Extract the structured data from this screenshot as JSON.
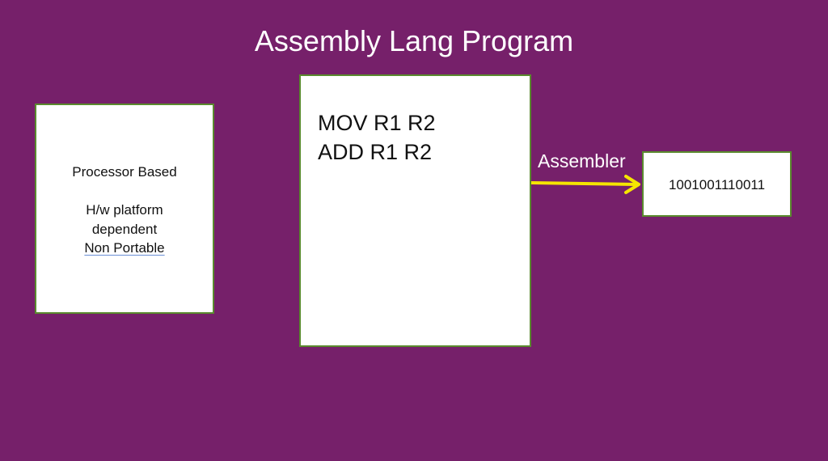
{
  "title": "Assembly Lang Program",
  "left_box": {
    "line1": "Processor Based",
    "line2": "H/w platform",
    "line3": "dependent",
    "line4": "Non Portable"
  },
  "center_box": {
    "code": [
      "MOV R1 R2",
      "ADD R1 R2"
    ]
  },
  "arrow": {
    "label": "Assembler",
    "color": "#f5e600"
  },
  "right_box": {
    "output": "1001001110011"
  },
  "colors": {
    "background": "#76206a",
    "box_fill": "#ffffff",
    "box_border": "#5a8a2e"
  }
}
